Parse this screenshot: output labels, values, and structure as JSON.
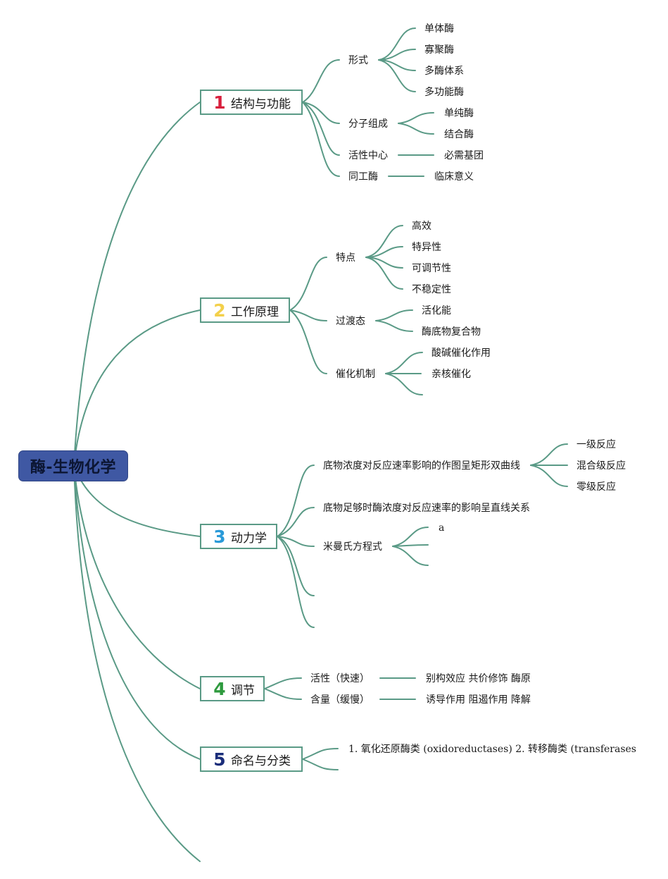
{
  "root": {
    "label": "酶-生物化学"
  },
  "branches": [
    {
      "num": "1",
      "color": "#d81e3c",
      "label": "结构与功能",
      "children": [
        {
          "label": "形式",
          "children": [
            "单体酶",
            "寡聚酶",
            "多酶体系",
            "多功能酶"
          ]
        },
        {
          "label": "分子组成",
          "children": [
            "单纯酶",
            "结合酶"
          ]
        },
        {
          "label": "活性中心",
          "children": [
            "必需基团"
          ]
        },
        {
          "label": "同工酶",
          "children": [
            "临床意义"
          ]
        }
      ]
    },
    {
      "num": "2",
      "color": "#f3d04a",
      "label": "工作原理",
      "children": [
        {
          "label": "特点",
          "children": [
            "高效",
            "特异性",
            "可调节性",
            "不稳定性"
          ]
        },
        {
          "label": "过渡态",
          "children": [
            "活化能",
            "酶底物复合物"
          ]
        },
        {
          "label": "催化机制",
          "children": [
            "酸碱催化作用",
            "亲核催化",
            ""
          ]
        }
      ]
    },
    {
      "num": "3",
      "color": "#2a9ad8",
      "label": "动力学",
      "children": [
        {
          "label": "底物浓度对反应速率影响的作图呈矩形双曲线",
          "children": [
            "一级反应",
            "混合级反应",
            "零级反应"
          ]
        },
        {
          "label": "底物足够时酶浓度对反应速率的影响呈直线关系",
          "children": []
        },
        {
          "label": "米曼氏方程式",
          "children": [
            "a",
            "",
            ""
          ]
        },
        {
          "label": "",
          "children": []
        },
        {
          "label": "",
          "children": []
        }
      ]
    },
    {
      "num": "4",
      "color": "#2e9a3e",
      "label": "调节",
      "children": [
        {
          "label": "活性（快速）",
          "children": [
            "别构效应 共价修饰 酶原"
          ]
        },
        {
          "label": "含量（缓慢）",
          "children": [
            "诱导作用 阻遏作用 降解"
          ]
        }
      ]
    },
    {
      "num": "5",
      "color": "#1a2d7a",
      "label": "命名与分类",
      "children": [
        {
          "label": "1. 氧化还原酶类 (oxidoreductases) 2. 转移酶类 (transferases",
          "children": []
        },
        {
          "label": "",
          "children": []
        }
      ]
    }
  ]
}
